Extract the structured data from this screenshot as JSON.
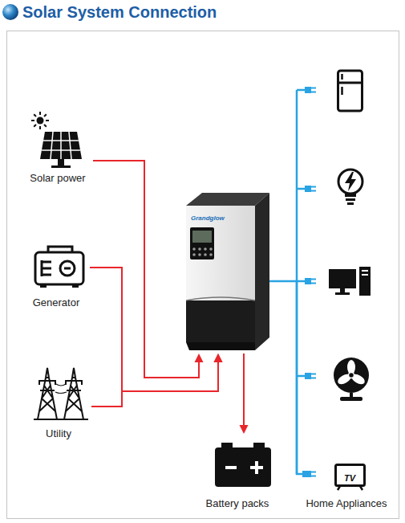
{
  "diagram": {
    "title": "Solar System Connection",
    "nodes": [
      {
        "text": [
          "Solar power"
        ]
      },
      {
        "text": [
          "Generator"
        ]
      },
      {
        "text": [
          "Utility"
        ]
      },
      {
        "text": [
          "Grandglow"
        ]
      },
      {
        "text": [
          "Battery packs"
        ]
      },
      {
        "text": [
          "Home Appliances"
        ]
      }
    ],
    "edges": [
      {
        "from": 0,
        "to": 3,
        "arrow": "to"
      },
      {
        "from": 1,
        "to": 3,
        "arrow": "to"
      },
      {
        "from": 2,
        "to": 3,
        "arrow": "to"
      },
      {
        "from": 3,
        "to": 4,
        "arrow": "to"
      },
      {
        "from": 3,
        "to": 5,
        "arrow": "none"
      }
    ],
    "labels": [
      "TV"
    ]
  }
}
